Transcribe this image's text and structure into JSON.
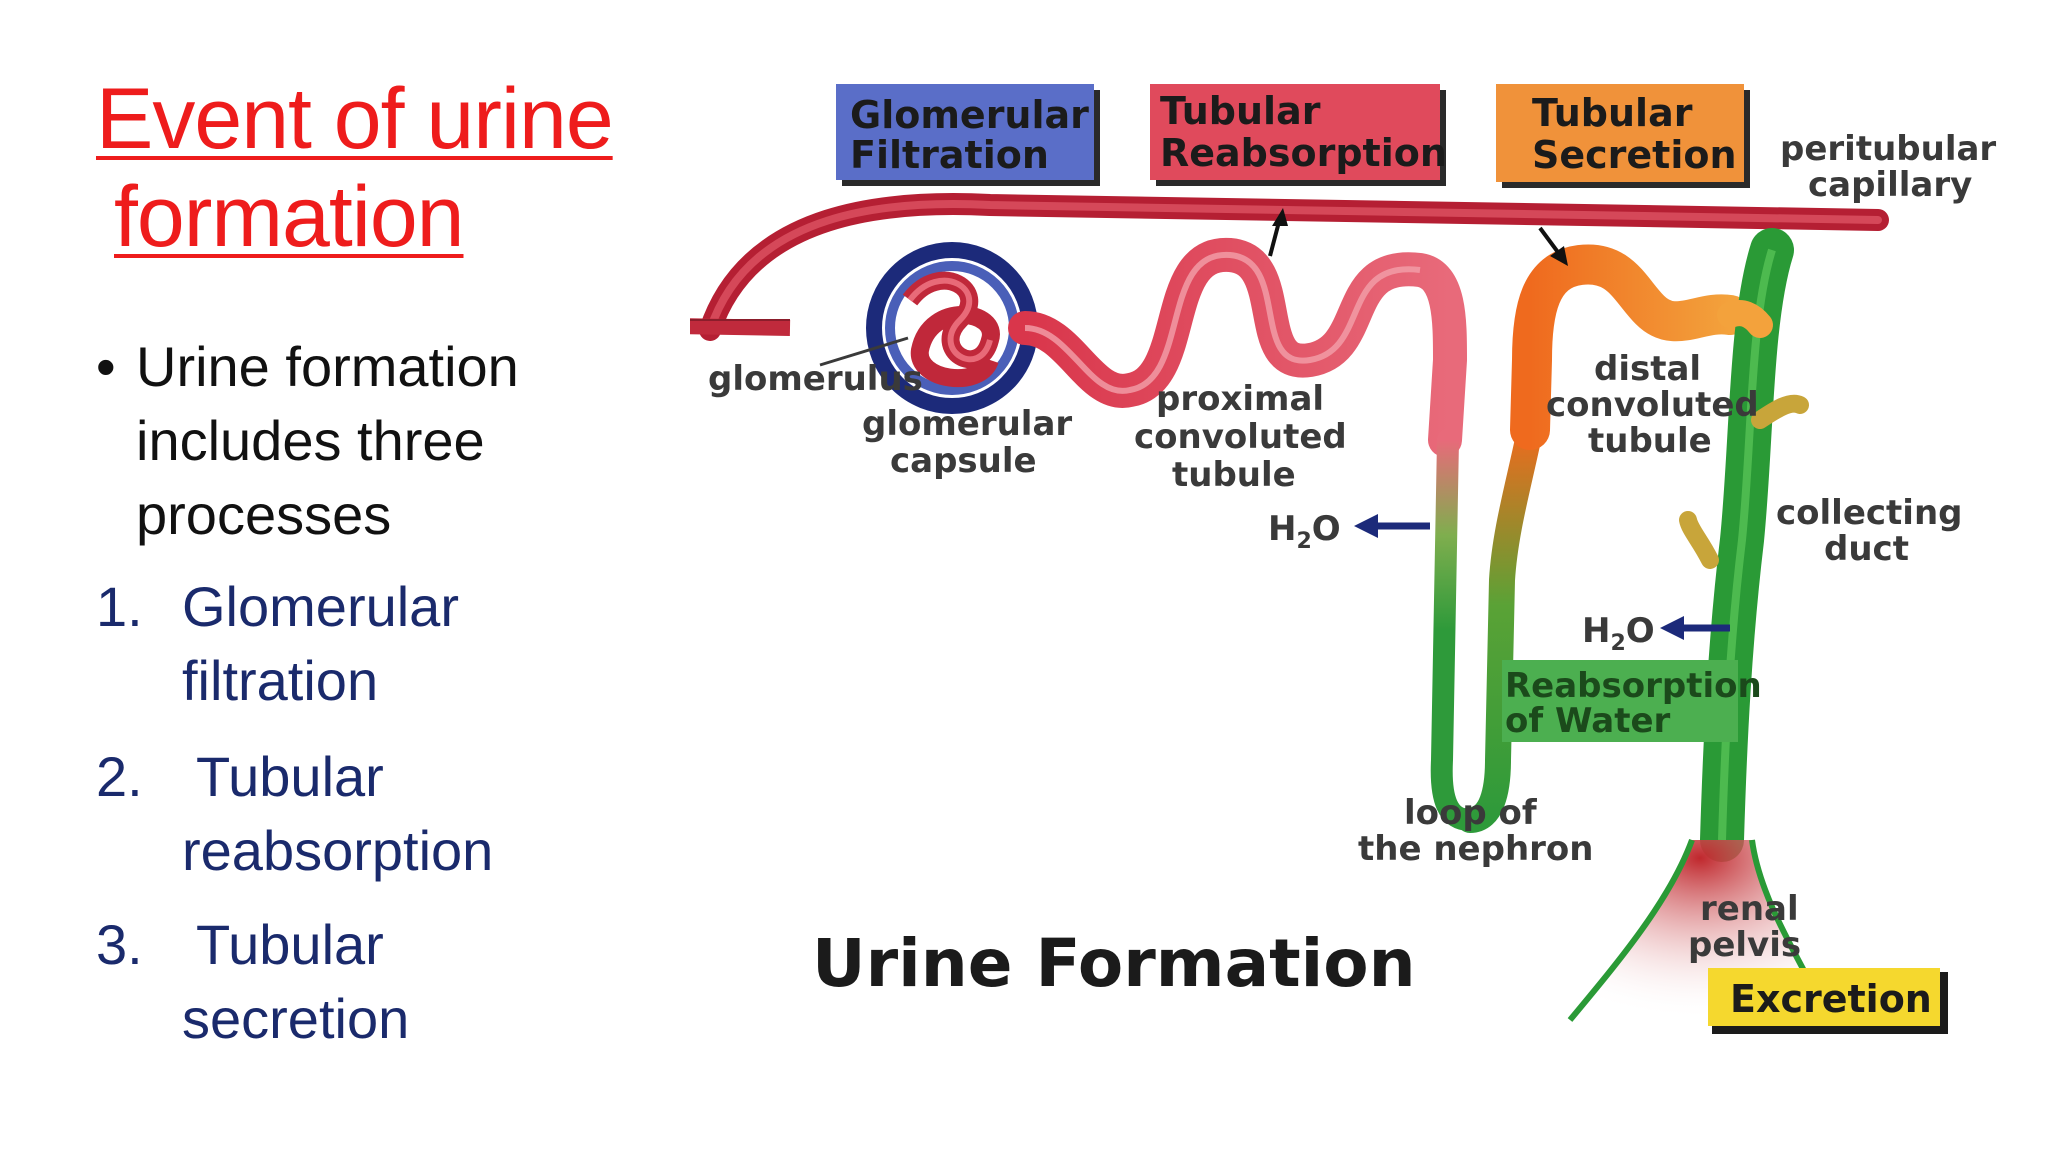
{
  "slide": {
    "title_line1": "Event of urine",
    "title_line2": "formation",
    "bullet": {
      "line1": "Urine formation",
      "line2": "includes three",
      "line3": "processes"
    },
    "steps": [
      {
        "number": "1.",
        "line1": "Glomerular",
        "line2": "filtration"
      },
      {
        "number": "2.",
        "line1": "Tubular",
        "line2": "reabsorption"
      },
      {
        "number": "3.",
        "line1": "Tubular",
        "line2": "secretion"
      }
    ]
  },
  "diagram": {
    "boxes": {
      "glomerular_filtration": {
        "line1": "Glomerular",
        "line2": "Filtration",
        "color": "#5a6ec8"
      },
      "tubular_reabsorption": {
        "line1": "Tubular",
        "line2": "Reabsorption",
        "color": "#e04a5c"
      },
      "tubular_secretion": {
        "line1": "Tubular",
        "line2": "Secretion",
        "color": "#f0923a"
      },
      "reabsorption_water": {
        "line1": "Reabsorption",
        "line2": "of Water",
        "color": "#4caf50"
      },
      "excretion": {
        "label": "Excretion",
        "color": "#f5d82e"
      }
    },
    "labels": {
      "peritubular_1": "peritubular",
      "peritubular_2": "capillary",
      "glomerulus": "glomerulus",
      "capsule_1": "glomerular",
      "capsule_2": "capsule",
      "proximal_1": "proximal",
      "proximal_2": "convoluted",
      "proximal_3": "tubule",
      "distal_1": "distal",
      "distal_2": "convoluted",
      "distal_3": "tubule",
      "collecting_1": "collecting",
      "collecting_2": "duct",
      "loop_1": "loop of",
      "loop_2": "the nephron",
      "pelvis_1": "renal",
      "pelvis_2": "pelvis",
      "h2o_base": "H",
      "h2o_sub": "2",
      "h2o_end": "O",
      "caption": "Urine Formation"
    }
  }
}
